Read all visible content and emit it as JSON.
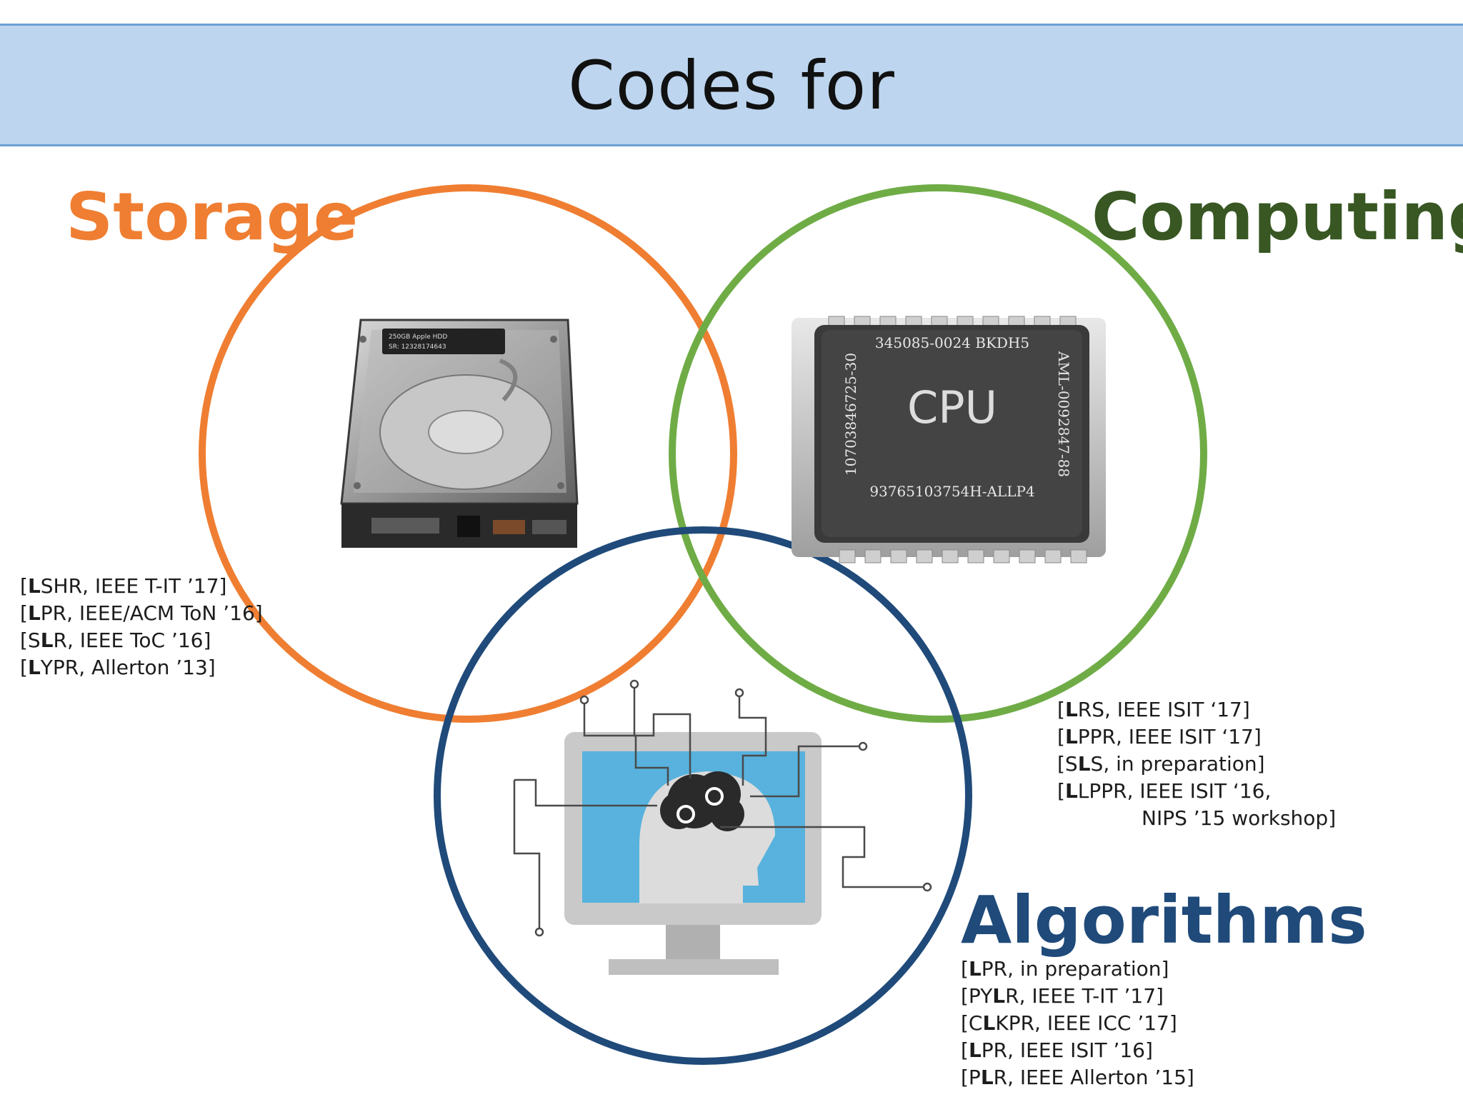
{
  "header": {
    "title": "Codes for"
  },
  "colors": {
    "storage": "#ef7e32",
    "computing": "#6fac46",
    "algorithms": "#1f4a7a",
    "computing_text": "#385723",
    "header_bg": "#bdd5ee"
  },
  "labels": {
    "storage": "Storage",
    "computing": "Computing",
    "algorithms": "Algorithms"
  },
  "icons": {
    "storage": "hard-drive-icon",
    "computing": "cpu-chip-icon",
    "algorithms": "ai-computer-icon"
  },
  "cpu": {
    "label": "CPU",
    "top_text": "345085-0024 BKDH5",
    "bottom_text": "93765103754H-ALLP4",
    "left_text": "10703846725-30",
    "right_text": "AML-0092847-88"
  },
  "hdd": {
    "label_line1": "250GB Apple HDD",
    "label_line2": "SR: 12328174643"
  },
  "refs": {
    "storage": [
      {
        "pre": "[",
        "bold": "L",
        "post": "SHR, IEEE T-IT ’17]"
      },
      {
        "pre": "[",
        "bold": "L",
        "post": "PR, IEEE/ACM ToN ’16]"
      },
      {
        "pre": "[S",
        "bold": "L",
        "post": "R, IEEE ToC ’16]"
      },
      {
        "pre": "[",
        "bold": "L",
        "post": "YPR, Allerton ’13]"
      }
    ],
    "computing": [
      {
        "pre": "[",
        "bold": "L",
        "post": "RS, IEEE ISIT ‘17]"
      },
      {
        "pre": "[",
        "bold": "L",
        "post": "PPR, IEEE ISIT ‘17]"
      },
      {
        "pre": "[S",
        "bold": "L",
        "post": "S, in preparation]"
      },
      {
        "pre": "[",
        "bold": "L",
        "post": "LPPR, IEEE ISIT ‘16,"
      },
      {
        "pre": "",
        "bold": "",
        "post": "NIPS ’15 workshop]"
      }
    ],
    "algorithms": [
      {
        "pre": "[",
        "bold": "L",
        "post": "PR, in preparation]"
      },
      {
        "pre": "[PY",
        "bold": "L",
        "post": "R, IEEE T-IT ’17]"
      },
      {
        "pre": "[C",
        "bold": "L",
        "post": "KPR, IEEE ICC ’17]"
      },
      {
        "pre": "[",
        "bold": "L",
        "post": "PR, IEEE ISIT ’16]"
      },
      {
        "pre": "[P",
        "bold": "L",
        "post": "R, IEEE Allerton ’15]"
      }
    ]
  }
}
